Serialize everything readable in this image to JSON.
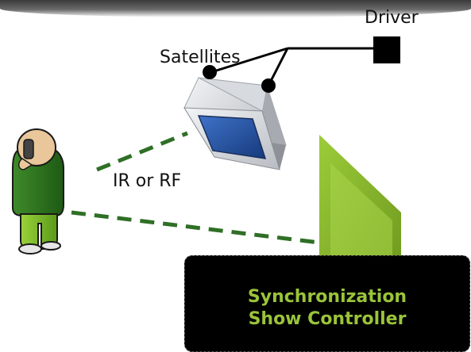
{
  "labels": {
    "driver": "Driver",
    "satellites": "Satellites",
    "ir_rf": "IR or RF"
  },
  "controller": {
    "line1": "Synchronization",
    "line2": "Show Controller"
  },
  "colors": {
    "signal": "#2f6f26",
    "screen_green": "#8cb82c",
    "controller_text": "#9ac43a",
    "monitor_screen": "#2d5bb0"
  },
  "icons": {
    "person": "person-with-phone-icon",
    "monitor": "monitor-icon",
    "driver": "driver-box-icon"
  }
}
